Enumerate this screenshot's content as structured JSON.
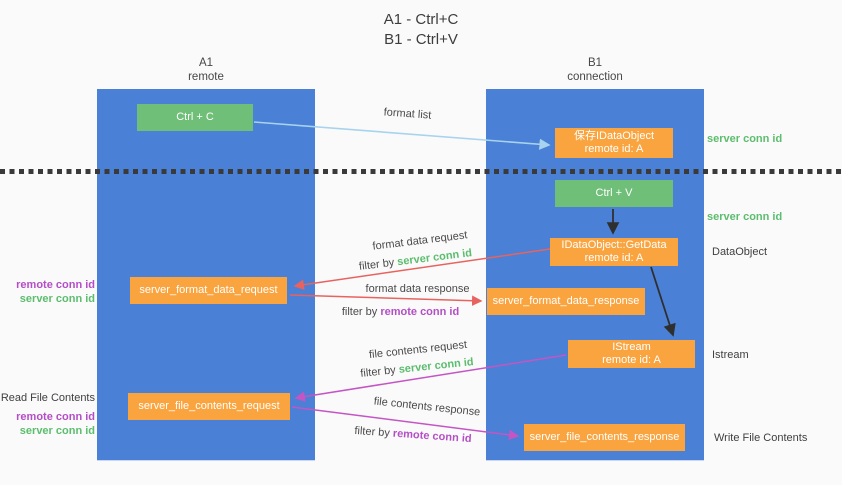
{
  "title": {
    "line1": "A1 - Ctrl+C",
    "line2": "B1 - Ctrl+V"
  },
  "lanes": {
    "left": {
      "name": "A1",
      "role": "remote"
    },
    "right": {
      "name": "B1",
      "role": "connection"
    }
  },
  "nodes": {
    "ctrl_c": {
      "label": "Ctrl + C"
    },
    "save_dataobject": {
      "line1": "保存IDataObject",
      "line2": "remote id: A"
    },
    "ctrl_v": {
      "label": "Ctrl + V"
    },
    "getdata": {
      "line1": "IDataObject::GetData",
      "line2": "remote id: A"
    },
    "format_data_request": {
      "label": "server_format_data_request"
    },
    "format_data_response": {
      "label": "server_format_data_response"
    },
    "istream": {
      "line1": "IStream",
      "line2": "remote id: A"
    },
    "file_contents_request": {
      "label": "server_file_contents_request"
    },
    "file_contents_response": {
      "label": "server_file_contents_response"
    }
  },
  "edges": {
    "format_list": {
      "label": "format list"
    },
    "format_data_request": {
      "label": "format data request",
      "filter_prefix": "filter by ",
      "filter_key": "server conn id"
    },
    "format_data_response": {
      "label": "format data response",
      "filter_prefix": "filter by ",
      "filter_key": "remote conn id"
    },
    "file_contents_request": {
      "label": "file contents request",
      "filter_prefix": "filter by ",
      "filter_key": "server conn id"
    },
    "file_contents_response": {
      "label": "file contents response",
      "filter_prefix": "filter by ",
      "filter_key": "remote conn id"
    }
  },
  "annotations": {
    "right_server_conn_top": "server conn id",
    "right_server_conn_mid": "server conn id",
    "dataobject": "DataObject",
    "istream": "Istream",
    "write_file_contents": "Write File Contents",
    "left_format_remote": "remote conn id",
    "left_format_server": "server conn id",
    "read_file_contents": "Read File Contents",
    "left_file_remote": "remote conn id",
    "left_file_server": "server conn id"
  },
  "colors": {
    "background": "#fafafa",
    "lane_blue": "#4a80d5",
    "box_green": "#70bf78",
    "box_orange": "#f9a43f",
    "text_dark": "#3f3f3f",
    "label_green": "#5cbd6e",
    "label_purple": "#b44ec6",
    "arrow_red": "#e8635f",
    "arrow_magenta": "#c455c4",
    "arrow_lightblue": "#a8d3ee",
    "arrow_black": "#2f2f2f",
    "divider": "#3a3a3a"
  }
}
